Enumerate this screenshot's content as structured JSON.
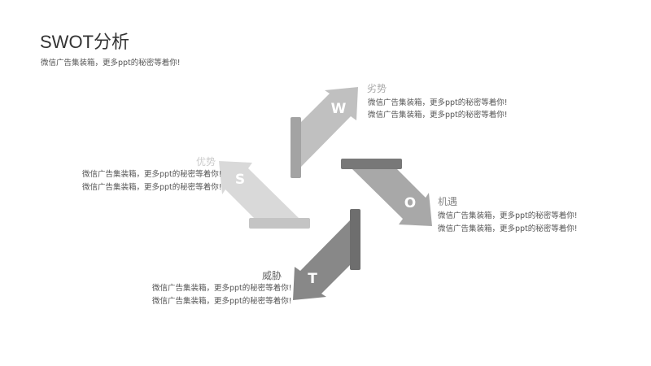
{
  "header": {
    "title": "SWOT分析",
    "subtitle": "微信广告集装箱，更多ppt的秘密等着你!"
  },
  "items": {
    "s": {
      "letter": "S",
      "label": "优势",
      "lines": [
        "微信广告集装箱，更多ppt的秘密等着你!",
        "微信广告集装箱，更多ppt的秘密等着你!"
      ],
      "body_color": "#d9d9d9",
      "bar_color": "#c4c4c4",
      "label_color": "#cccccc"
    },
    "w": {
      "letter": "W",
      "label": "劣势",
      "lines": [
        "微信广告集装箱，更多ppt的秘密等着你!",
        "微信广告集装箱，更多ppt的秘密等着你!"
      ],
      "body_color": "#c0c0c0",
      "bar_color": "#a3a3a3",
      "label_color": "#aaaaaa"
    },
    "o": {
      "letter": "O",
      "label": "机遇",
      "lines": [
        "微信广告集装箱，更多ppt的秘密等着你!",
        "微信广告集装箱，更多ppt的秘密等着你!"
      ],
      "body_color": "#a8a8a8",
      "bar_color": "#787878",
      "label_color": "#888888"
    },
    "t": {
      "letter": "T",
      "label": "威胁",
      "lines": [
        "微信广告集装箱，更多ppt的秘密等着你!",
        "微信广告集装箱，更多ppt的秘密等着你!"
      ],
      "body_color": "#888888",
      "bar_color": "#6e6e6e",
      "label_color": "#666666"
    }
  }
}
